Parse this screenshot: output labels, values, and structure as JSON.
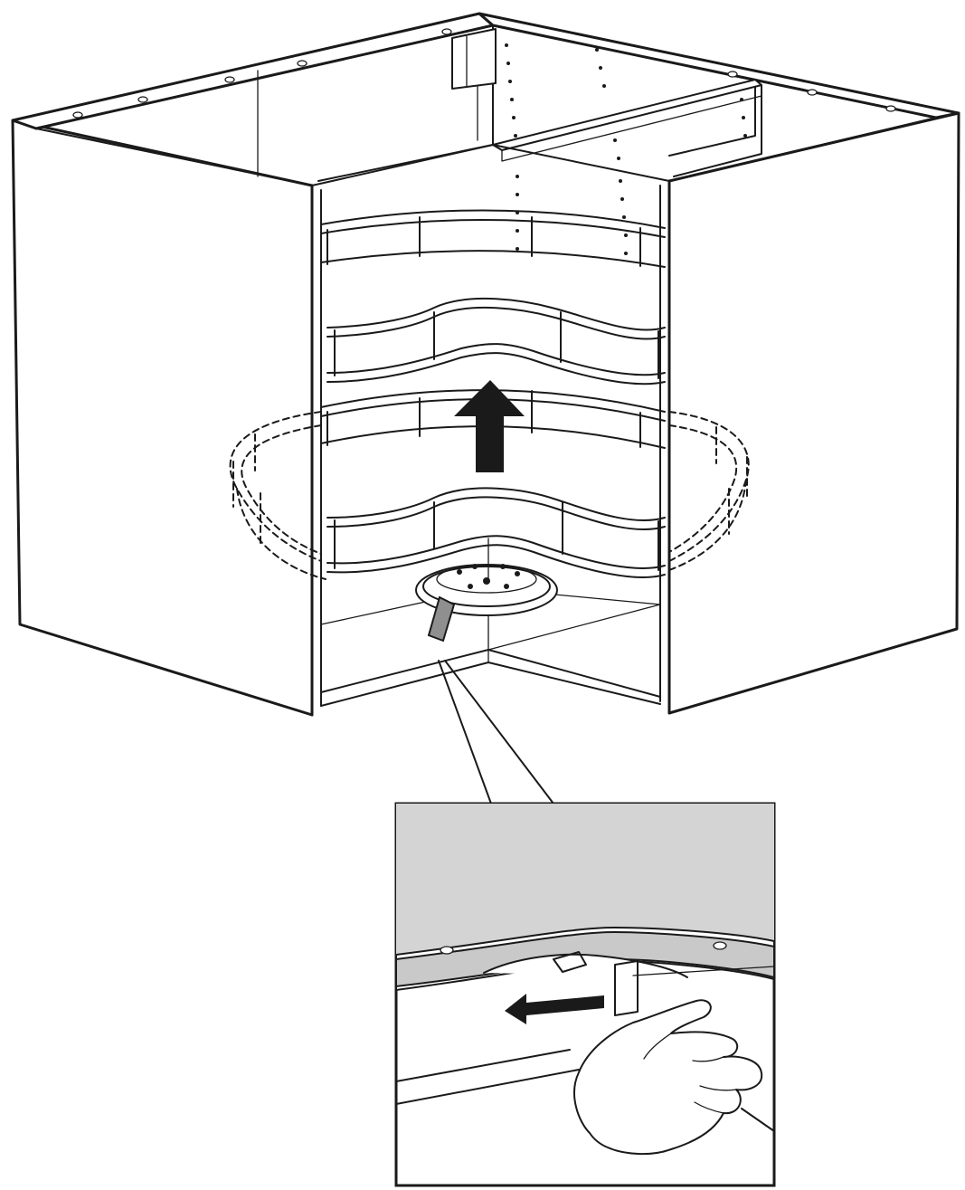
{
  "diagram": {
    "palette": {
      "line": "#1a1a1a",
      "background": "#ffffff",
      "detail_panel": "#d4d4d4",
      "tab": "#8f8f8f"
    },
    "parts": [
      "corner-cabinet",
      "carousel-shelf-upper",
      "carousel-shelf-lower",
      "turntable-base",
      "detail-inset"
    ],
    "icons": {
      "main_arrow": "arrow-up-icon",
      "detail_arrow": "arrow-left-icon",
      "hand": "hand-icon"
    }
  }
}
